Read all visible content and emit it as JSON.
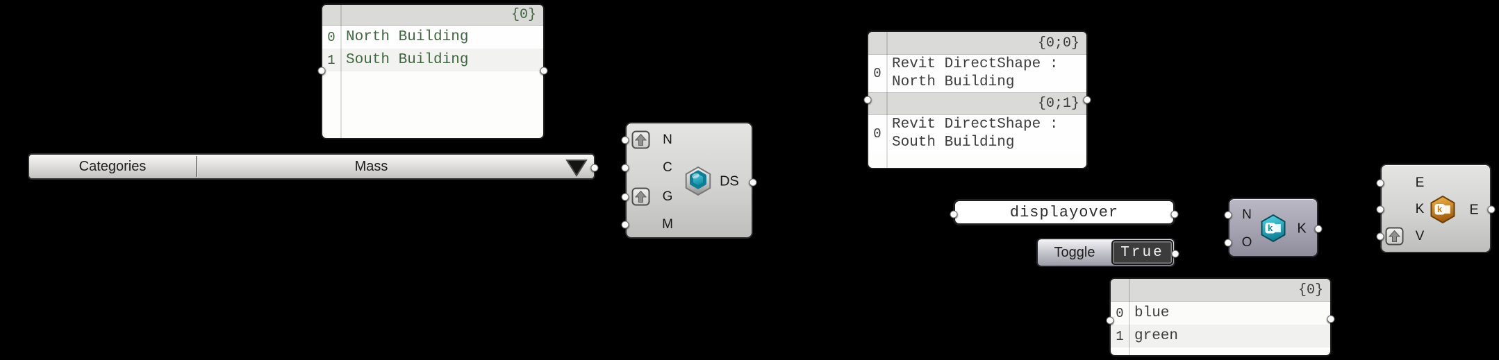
{
  "theme": {
    "canvas_bg": "#000000",
    "panel_text_green": "#3f663f",
    "panel_text_gray": "#3d3d3d",
    "teal_icon": "#18a9c0",
    "orange_icon": "#d98a1a",
    "component_body": "#d3d3d1",
    "purple_component_body": "#a5a3b1"
  },
  "buildings_panel": {
    "header": "{0}",
    "rows": [
      {
        "i": "0",
        "t": "North Building"
      },
      {
        "i": "1",
        "t": "South Building"
      }
    ]
  },
  "value_list": {
    "label": "Categories",
    "selected": "Mass"
  },
  "directshape": {
    "inputs": [
      "N",
      "C",
      "G",
      "M"
    ],
    "output": "DS"
  },
  "revit_panel": {
    "sections": [
      {
        "header": "{0;0}",
        "index": "0",
        "text": "Revit DirectShape :\nNorth Building"
      },
      {
        "header": "{0;1}",
        "index": "0",
        "text": "Revit DirectShape :\nSouth Building"
      }
    ]
  },
  "displayover_panel": {
    "text": "displayover"
  },
  "toggle": {
    "label": "Toggle",
    "value": "True"
  },
  "key_component": {
    "inputs": [
      "N",
      "O"
    ],
    "output": "K",
    "icon_letter": "k"
  },
  "element_component": {
    "inputs": [
      "E",
      "K",
      "V"
    ],
    "output": "E",
    "icon_letter": "k"
  },
  "colors_panel": {
    "header": "{0}",
    "rows": [
      {
        "i": "0",
        "t": "blue"
      },
      {
        "i": "1",
        "t": "green"
      }
    ]
  }
}
